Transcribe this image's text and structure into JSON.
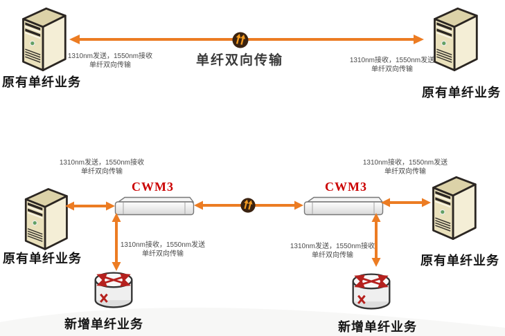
{
  "title": "单纤双向传输",
  "top_section": {
    "left_server_label": "原有单纤业务",
    "right_server_label": "原有单纤业务",
    "left_note": {
      "line1": "1310nm发送，1550nm接收",
      "line2": "单纤双向传输"
    },
    "right_note": {
      "line1": "1310nm接收，1550nm发送",
      "line2": "单纤双向传输"
    }
  },
  "bottom_section": {
    "left_server_label": "原有单纤业务",
    "right_server_label": "原有单纤业务",
    "left_cwm_label": "CWM3",
    "right_cwm_label": "CWM3",
    "left_router_label": "新增单纤业务",
    "right_router_label": "新增单纤业务",
    "left_top_note": {
      "line1": "1310nm发送，1550nm接收",
      "line2": "单纤双向传输"
    },
    "right_top_note": {
      "line1": "1310nm接收，1550nm发送",
      "line2": "单纤双向传输"
    },
    "left_mid_note": {
      "line1": "1310nm接收，1550nm发送",
      "line2": "单纤双向传输"
    },
    "right_mid_note": {
      "line1": "1310nm发送，1550nm接收",
      "line2": "单纤双向传输"
    }
  },
  "colors": {
    "arrow_orange": "#EC7C23",
    "fiber_circle_brown": "#3A2210",
    "fiber_arrow_gold": "#F49B20",
    "cwm_label_red": "#CB0000",
    "router_arrow_red": "#B5211E",
    "server_body_beige": "#F4EED6",
    "note_text": "#4A4A4A",
    "label_text": "#141414"
  }
}
